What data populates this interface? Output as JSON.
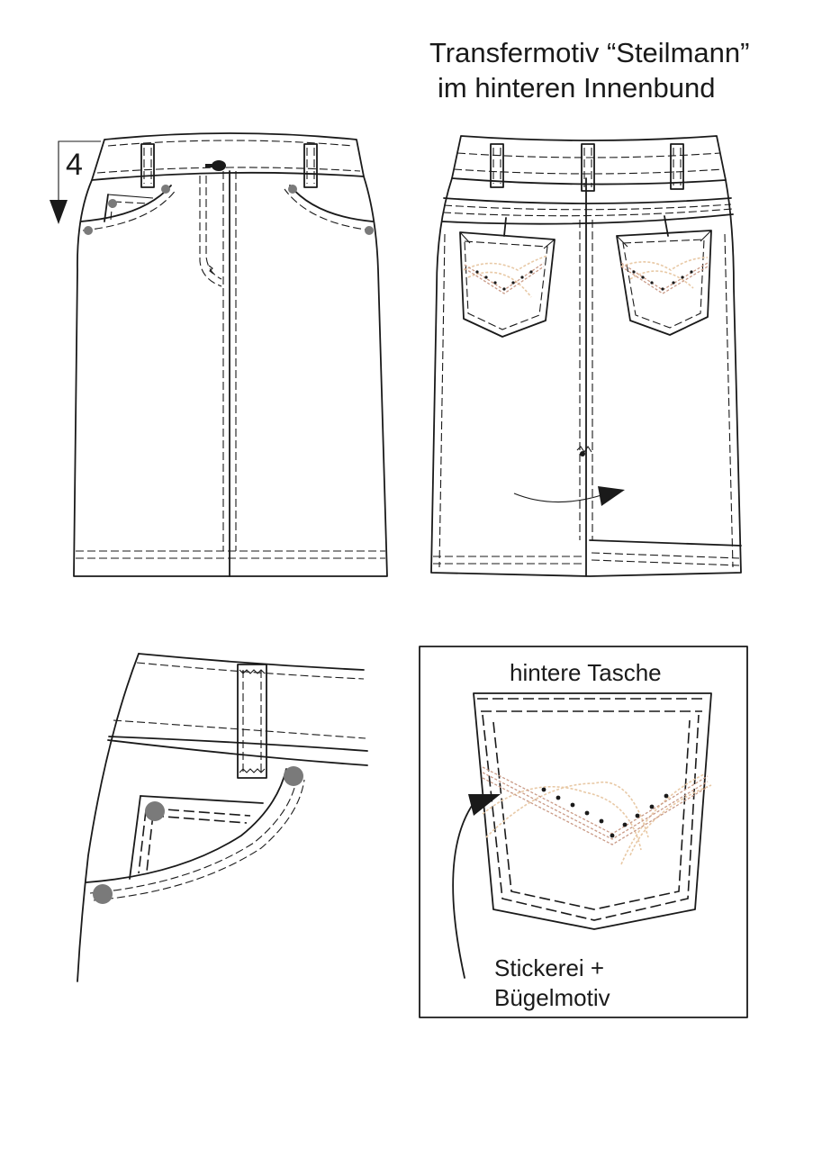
{
  "annotations": {
    "transfer_line1": "Transfermotiv “Steilmann”",
    "transfer_line2": "im hinteren Innenbund",
    "measure_value": "4",
    "pocket_title": "hintere Tasche",
    "embroidery_line1": "Stickerei +",
    "embroidery_line2": "Bügelmotiv"
  },
  "colors": {
    "outline": "#1a1a1a",
    "rivet": "#7a7a7a",
    "embroidery_light": "#e8c9a6",
    "embroidery_rose": "#c99a86"
  }
}
